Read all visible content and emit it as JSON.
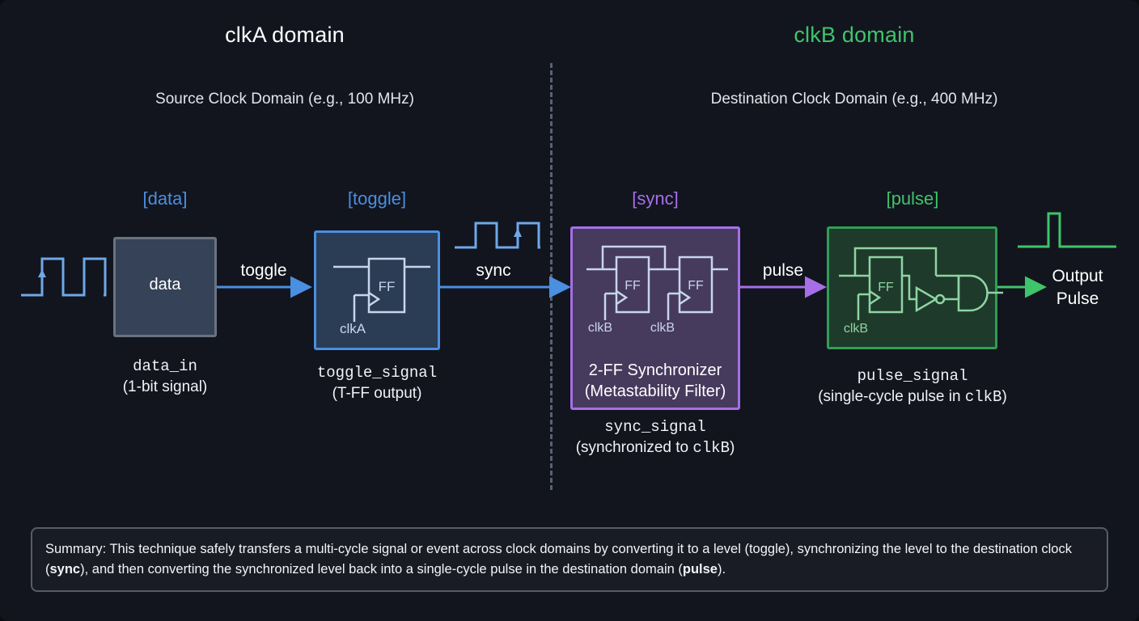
{
  "colors": {
    "background": "#12151e",
    "clkA_accent": "#4a8fe0",
    "clkB_accent": "#3fc46b",
    "sync_accent": "#a66fe8",
    "data_block": "#354257",
    "divider": "#5a6070"
  },
  "domains": {
    "left": {
      "title": "clkA domain",
      "subtitle": "Source Clock Domain (e.g., 100 MHz)",
      "frequency": "100 MHz"
    },
    "right": {
      "title": "clkB domain",
      "subtitle": "Destination Clock Domain (e.g., 400 MHz)",
      "frequency": "400 MHz"
    }
  },
  "stages": [
    {
      "tag": "[data]",
      "block_label": "data",
      "caption_line1": "data_in",
      "caption_line2": "(1-bit signal)",
      "clock": "",
      "ff_label": ""
    },
    {
      "tag": "[toggle]",
      "block_label": "",
      "caption_line1": "toggle_signal",
      "caption_line2": "(T-FF output)",
      "clock": "clkA",
      "ff_label": "FF"
    },
    {
      "tag": "[sync]",
      "block_label_line1": "2-FF Synchronizer",
      "block_label_line2": "(Metastability Filter)",
      "caption_line1": "sync_signal",
      "caption_line2_prefix": "(synchronized to ",
      "caption_line2_mono": "clkB",
      "caption_line2_suffix": ")",
      "clock1": "clkB",
      "clock2": "clkB",
      "ff_label_1": "FF",
      "ff_label_2": "FF"
    },
    {
      "tag": "[pulse]",
      "block_label": "",
      "caption_line1": "pulse_signal",
      "caption_line2_prefix": "(single-cycle pulse in ",
      "caption_line2_mono": "clkB",
      "caption_line2_suffix": ")",
      "clock": "clkB",
      "ff_label": "FF"
    }
  ],
  "wires": {
    "data_to_toggle": "toggle",
    "toggle_to_sync": "sync",
    "sync_to_pulse": "pulse"
  },
  "output": {
    "line1": "Output",
    "line2": "Pulse"
  },
  "waveforms": {
    "input": {
      "name": "data-in-waveform",
      "pulses": 2,
      "color": "#4a8fe0",
      "arrow_edge": 1
    },
    "toggle_out": {
      "name": "sync-waveform",
      "pulses": 2,
      "color": "#4a8fe0",
      "arrow_edge": 2
    },
    "output": {
      "name": "output-pulse-waveform",
      "pulses": 1,
      "color": "#3fc46b",
      "arrow_edge": 0
    }
  },
  "summary": {
    "prefix": "Summary: This technique safely transfers a multi-cycle signal or event across clock domains by converting it to a level (toggle), synchronizing the level to the destination clock (",
    "bold1": "sync",
    "middle": "), and then converting the synchronized level back into a single-cycle pulse in the destination domain (",
    "bold2": "pulse",
    "suffix": ")."
  }
}
